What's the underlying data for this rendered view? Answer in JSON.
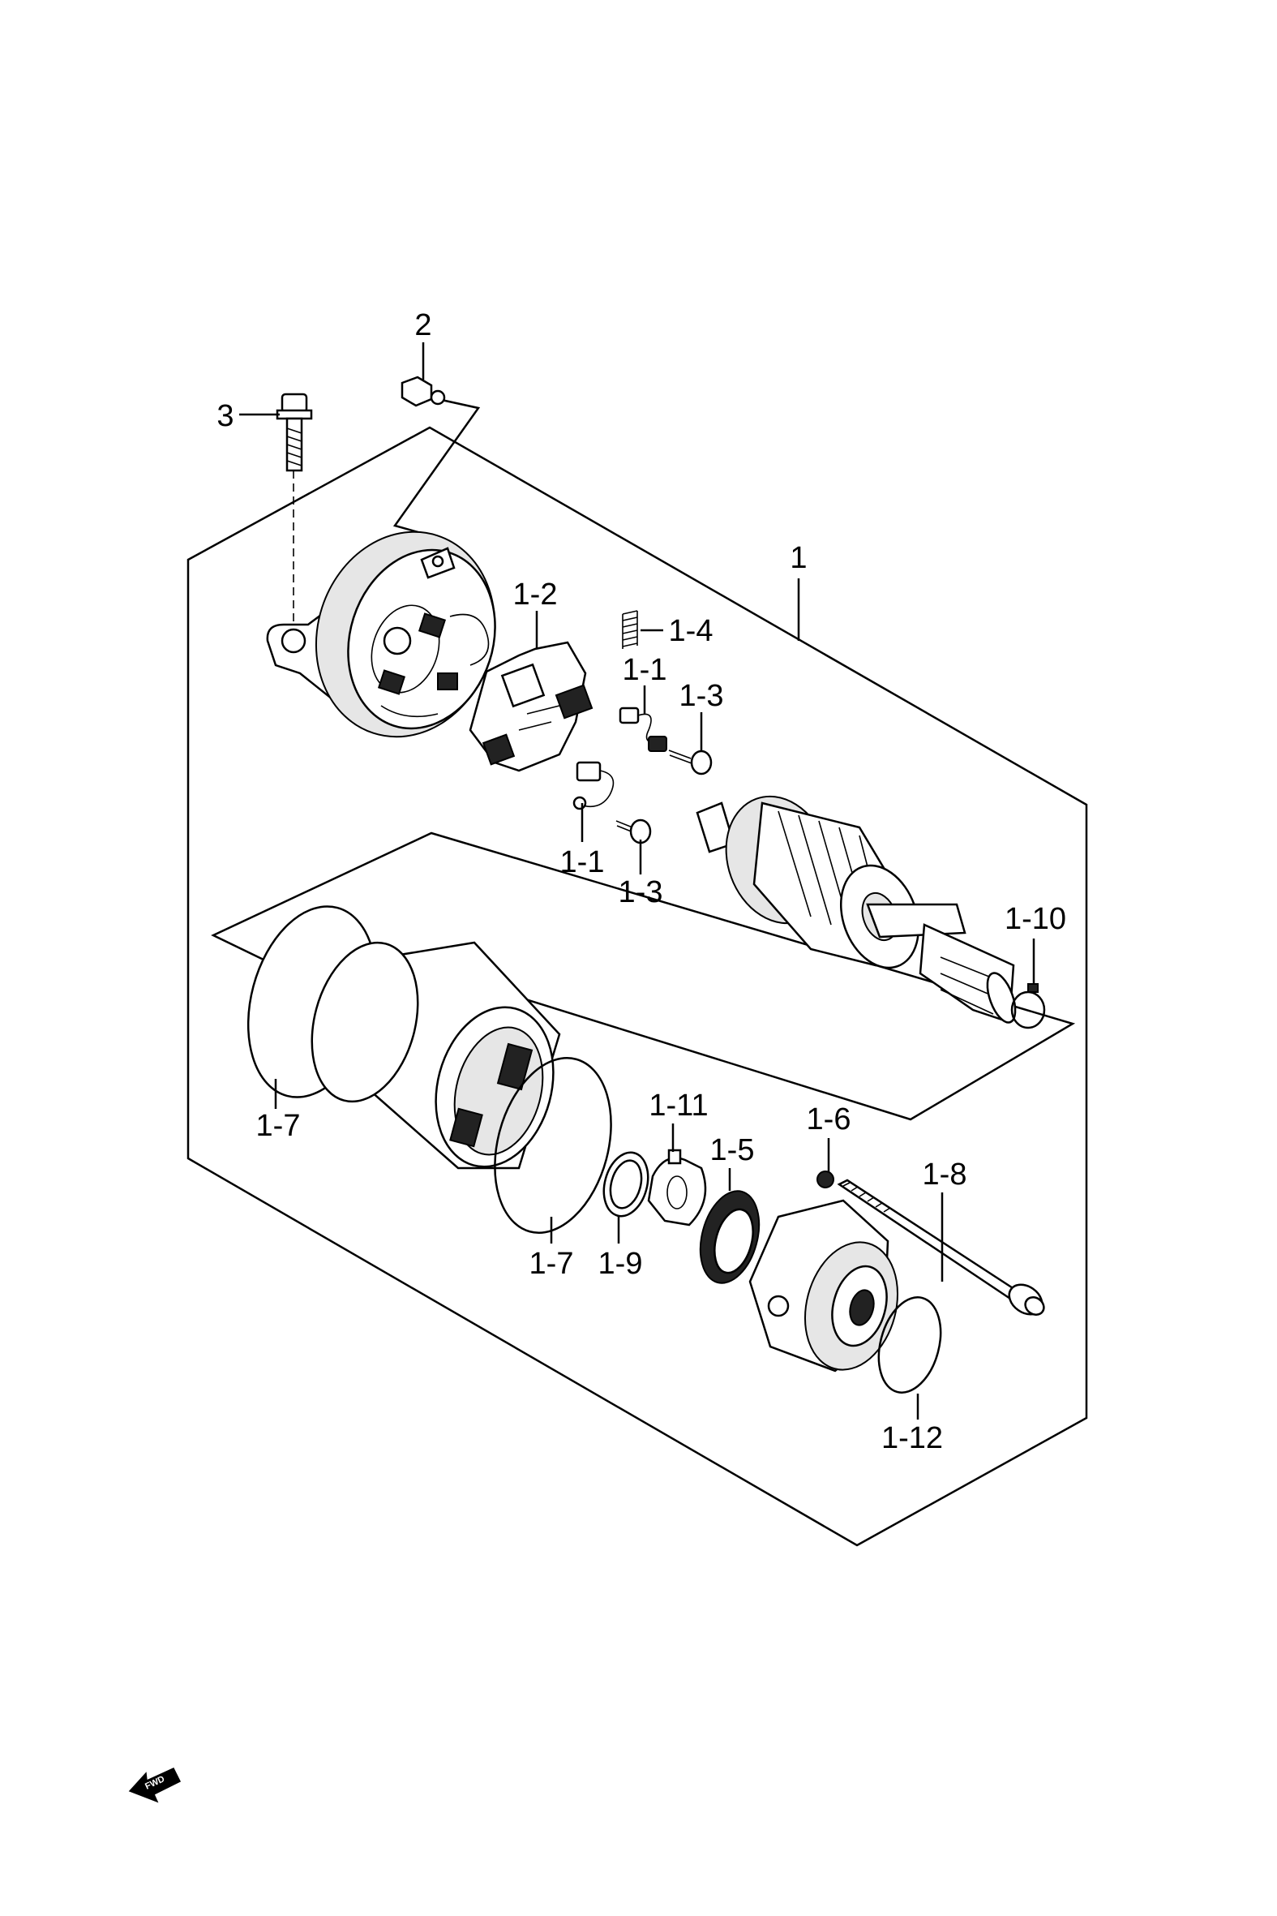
{
  "callouts": {
    "p2": "2",
    "p3": "3",
    "p1": "1",
    "p1_2": "1-2",
    "p1_4": "1-4",
    "p1_1a": "1-1",
    "p1_3a": "1-3",
    "p1_1b": "1-1",
    "p1_3b": "1-3",
    "p1_10": "1-10",
    "p1_7a": "1-7",
    "p1_11": "1-11",
    "p1_6": "1-6",
    "p1_5": "1-5",
    "p1_8": "1-8",
    "p1_7b": "1-7",
    "p1_9": "1-9",
    "p1_12": "1-12"
  },
  "fwd_indicator": {
    "label": "FWD",
    "icon": "fwd-arrow-icon"
  }
}
